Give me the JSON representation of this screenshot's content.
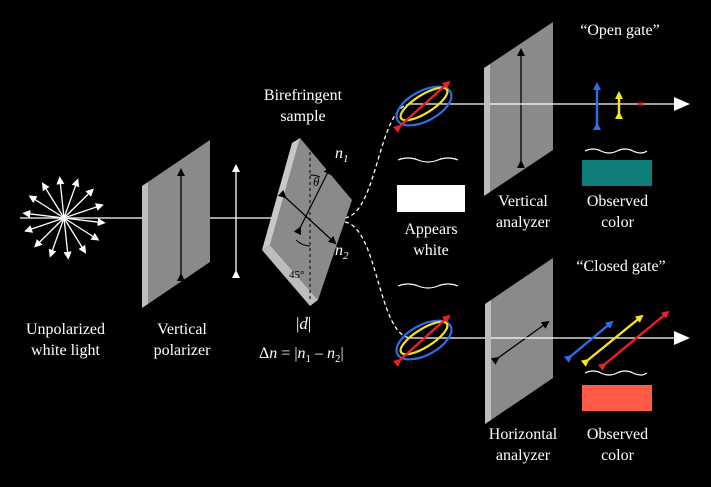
{
  "labels": {
    "unpolarized_line1": "Unpolarized",
    "unpolarized_line2": "white light",
    "vertical_polarizer_line1": "Vertical",
    "vertical_polarizer_line2": "polarizer",
    "birefringent_line1": "Birefringent",
    "birefringent_line2": "sample",
    "thickness": "|d|",
    "delta_n": "Δn = |n1 – n2|",
    "n1": "n1",
    "n2": "n2",
    "theta": "θ",
    "angle_45": "45°",
    "appears_line1": "Appears",
    "appears_line2": "white",
    "vertical_analyzer_line1": "Vertical",
    "vertical_analyzer_line2": "analyzer",
    "horizontal_analyzer_line1": "Horizontal",
    "horizontal_analyzer_line2": "analyzer",
    "open_gate": "“Open gate”",
    "closed_gate": "“Closed gate”",
    "observed_top_line1": "Observed",
    "observed_top_line2": "color",
    "observed_bottom_line1": "Observed",
    "observed_bottom_line2": "color"
  },
  "colors": {
    "background": "#000000",
    "plate_face": "#8a8a8a",
    "plate_edge": "#bdbdbd",
    "observed_top": "#0e7e78",
    "observed_bottom": "#ff5a45",
    "appears_white": "#ffffff",
    "red_wave": "#e8202a",
    "yellow_wave": "#f5e51c",
    "blue_wave": "#2a6ee8"
  }
}
